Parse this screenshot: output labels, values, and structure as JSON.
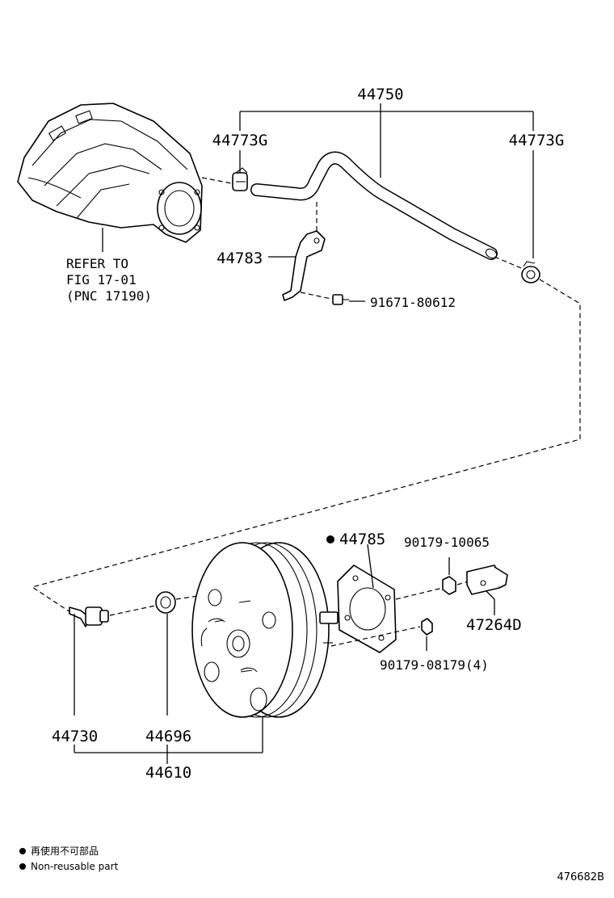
{
  "labels": {
    "p44750": "44750",
    "p44773g_left": "44773G",
    "p44773g_right": "44773G",
    "p44783": "44783",
    "p91671": "91671-80612",
    "refer_line1": "REFER TO",
    "refer_line2": "FIG 17-01",
    "refer_line3": "(PNC 17190)",
    "p44785": "44785",
    "p90179a": "90179-10065",
    "p47264d": "47264D",
    "p90179b": "90179-08179(4)",
    "p44730": "44730",
    "p44696": "44696",
    "p44610": "44610"
  },
  "legend": {
    "line_cn": "再使用不可部品",
    "line_en": "Non-reusable part"
  },
  "figure_code": "476682B"
}
